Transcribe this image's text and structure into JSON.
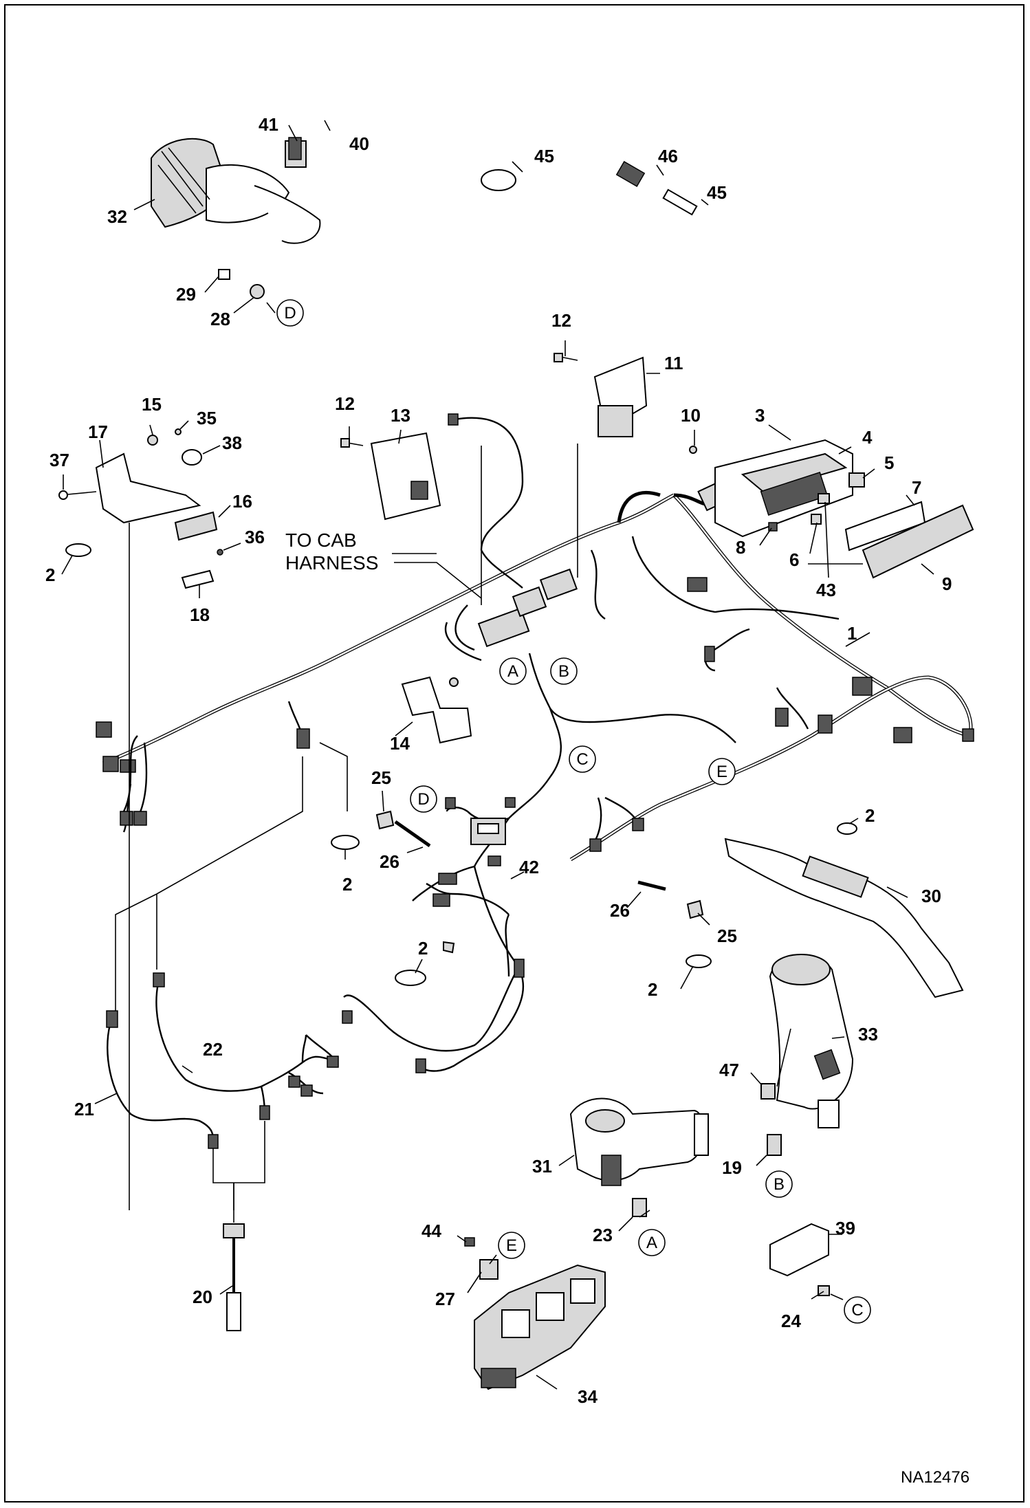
{
  "diagram": {
    "drawing_number": "NA12476",
    "note": {
      "line1": "TO CAB",
      "line2": "HARNESS"
    },
    "labels": [
      "1",
      "2",
      "3",
      "4",
      "5",
      "6",
      "7",
      "8",
      "9",
      "10",
      "11",
      "12",
      "13",
      "14",
      "15",
      "16",
      "17",
      "18",
      "19",
      "20",
      "21",
      "22",
      "23",
      "24",
      "25",
      "26",
      "27",
      "28",
      "29",
      "30",
      "31",
      "32",
      "33",
      "34",
      "35",
      "36",
      "37",
      "38",
      "39",
      "40",
      "41",
      "42",
      "43",
      "44",
      "45",
      "46",
      "47"
    ],
    "connection_refs": [
      "A",
      "B",
      "C",
      "D",
      "E"
    ]
  }
}
